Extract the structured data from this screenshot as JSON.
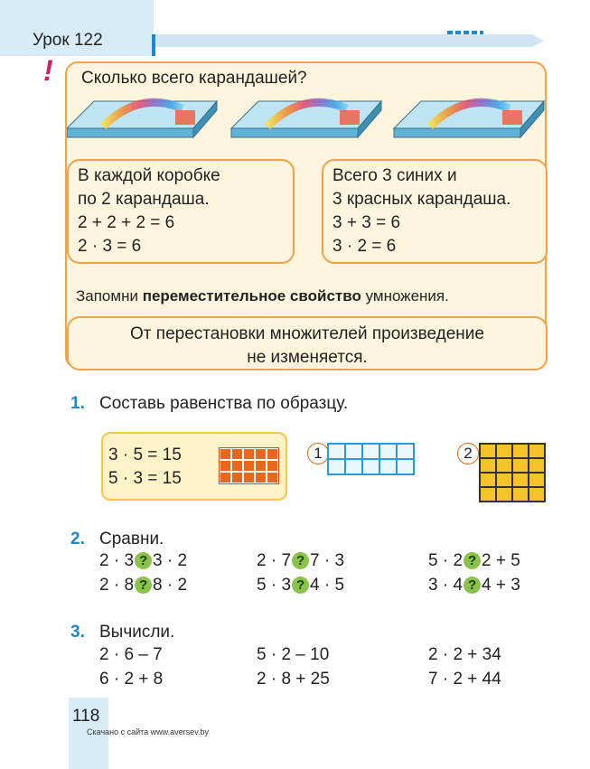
{
  "header": {
    "lesson_title": "Урок 122"
  },
  "rule": {
    "question": "Сколько всего карандашей?",
    "left_box": {
      "line1": "В каждой коробке",
      "line2": "по 2 карандаша.",
      "line3": "2 + 2 + 2 = 6",
      "line4": "2 · 3 = 6"
    },
    "right_box": {
      "line1": "Всего 3 синих и",
      "line2": "3 красных карандаша.",
      "line3": "3 + 3 = 6",
      "line4": "3 · 2 = 6"
    },
    "remember_prefix": "Запомни ",
    "remember_bold": "переместительное свойство",
    "remember_suffix": " умножения.",
    "statement_line1": "От перестановки множителей произведение",
    "statement_line2": "не изменяется."
  },
  "task1": {
    "number": "1.",
    "title": "Составь равенства по образцу.",
    "example_line1": "3 · 5 = 15",
    "example_line2": "5 · 3 = 15",
    "grid1_label": "1",
    "grid2_label": "2"
  },
  "task2": {
    "number": "2.",
    "title": "Сравни.",
    "mark": "?",
    "rows": [
      [
        {
          "l": "2 · 3",
          "r": "3 · 2"
        },
        {
          "l": "2 · 7",
          "r": "7 · 3"
        },
        {
          "l": "5 · 2",
          "r": "2 + 5"
        }
      ],
      [
        {
          "l": "2 · 8",
          "r": "8 · 2"
        },
        {
          "l": "5 · 3",
          "r": "4 · 5"
        },
        {
          "l": "3 · 4",
          "r": "4 + 3"
        }
      ]
    ]
  },
  "task3": {
    "number": "3.",
    "title": "Вычисли.",
    "rows": [
      [
        "2 · 6 – 7",
        "5 · 2 – 10",
        "2 · 2 + 34"
      ],
      [
        "6 · 2 + 8",
        "2 · 8 + 25",
        "7 · 2 + 44"
      ]
    ]
  },
  "footer": {
    "page_number": "118",
    "watermark": "Скачано с сайта www.aversev.by"
  },
  "colors": {
    "accent_blue": "#1e88c7",
    "box_border": "#f2a24a",
    "box_fill": "#fdf5dd",
    "question_mark": "#8bc34a",
    "grid_blue": "#2a9ad6",
    "grid_yellow": "#f5c22c",
    "grid_orange": "#e8671b"
  }
}
